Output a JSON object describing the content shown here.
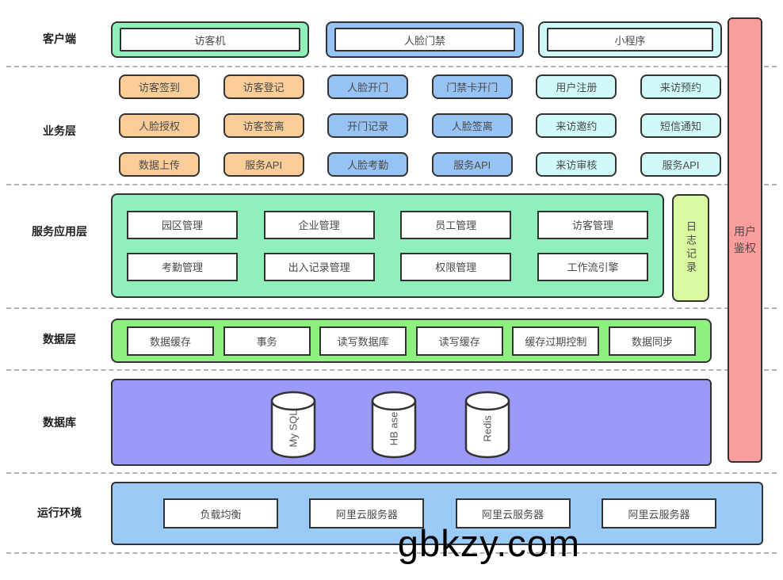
{
  "watermark": "gbkzy.com",
  "palette": {
    "mint_green": "#90EFBA",
    "light_blue": "#97C3F4",
    "light_cyan": "#CFFAF8",
    "light_orange": "#FACD98",
    "bright_green": "#8DF07F",
    "log_green": "#D9F89F",
    "auth_red": "#FA9D9D",
    "db_purple": "#9C9AF8",
    "runtime_blue": "#9CCAF7",
    "border": "#333333"
  },
  "client": {
    "label": "客户端",
    "items": [
      "访客机",
      "人脸门禁",
      "小程序"
    ]
  },
  "business": {
    "label": "业务层",
    "rows": [
      [
        "访客签到",
        "访客登记",
        "人脸开门",
        "门禁卡开门",
        "用户注册",
        "来访预约"
      ],
      [
        "人脸授权",
        "访客签离",
        "开门记录",
        "人脸签离",
        "来访邀约",
        "短信通知"
      ],
      [
        "数据上传",
        "服务API",
        "人脸考勤",
        "服务API",
        "来访审核",
        "服务API"
      ]
    ]
  },
  "service": {
    "label": "服务应用层",
    "rows": [
      [
        "园区管理",
        "企业管理",
        "员工管理",
        "访客管理"
      ],
      [
        "考勤管理",
        "出入记录管理",
        "权限管理",
        "工作流引擎"
      ]
    ]
  },
  "data_layer": {
    "label": "数据层",
    "items": [
      "数据缓存",
      "事务",
      "读写数据库",
      "读写缓存",
      "缓存过期控制",
      "数据同步"
    ]
  },
  "database": {
    "label": "数据库",
    "items": [
      "My SQL",
      "HB ase",
      "Redis"
    ]
  },
  "runtime": {
    "label": "运行环境",
    "items": [
      "负载均衡",
      "阿里云服务器",
      "阿里云服务器",
      "阿里云服务器"
    ]
  },
  "sidebars": {
    "log": "日志记录",
    "auth": "用户鉴权"
  }
}
